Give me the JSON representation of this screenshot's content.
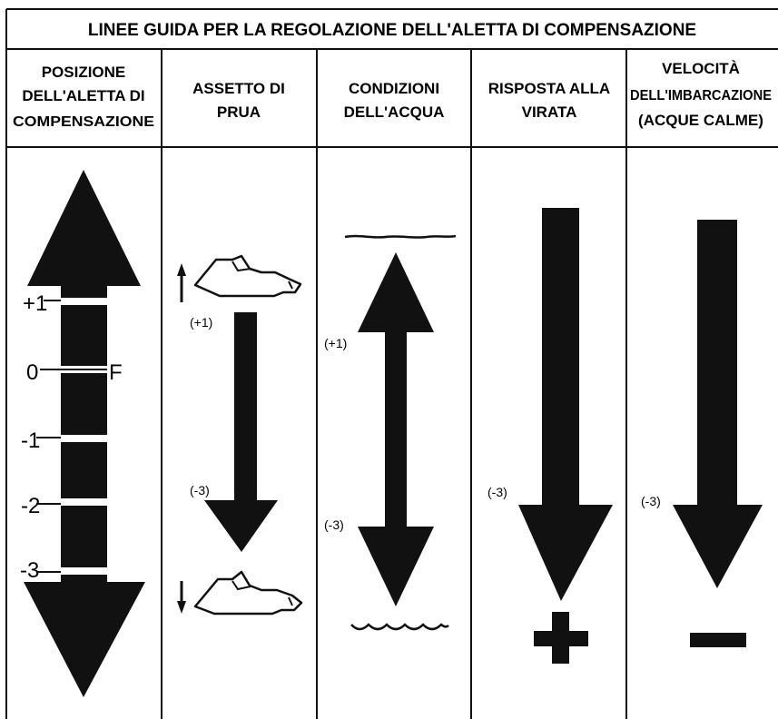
{
  "title": "LINEE GUIDA PER LA REGOLAZIONE DELL'ALETTA DI COMPENSAZIONE",
  "columns": [
    {
      "id": "position",
      "header": [
        "POSIZIONE",
        "DELL'ALETTA DI",
        "COMPENSAZIONE"
      ]
    },
    {
      "id": "bow-trim",
      "header": [
        "ASSETTO DI",
        "PRUA"
      ]
    },
    {
      "id": "water",
      "header": [
        "CONDIZIONI",
        "DELL'ACQUA"
      ]
    },
    {
      "id": "turn",
      "header": [
        "RISPOSTA ALLA",
        "VIRATA"
      ]
    },
    {
      "id": "speed",
      "header": [
        "VELOCITÀ",
        "DELL'IMBARCAZIONE",
        "(ACQUE CALME)"
      ]
    }
  ],
  "scale_labels": {
    "p1": "+1",
    "zero": "0",
    "m1": "-1",
    "m2": "-2",
    "m3": "-3",
    "factory": "F"
  },
  "bow_labels": {
    "top": "(+1)",
    "bottom": "(-3)"
  },
  "water_labels": {
    "top": "(+1)",
    "bottom": "(-3)"
  },
  "turn_label": "(-3)",
  "speed_label": "(-3)",
  "turn_symbol": "plus",
  "speed_symbol": "minus",
  "colors": {
    "ink": "#111111",
    "background": "#ffffff"
  }
}
